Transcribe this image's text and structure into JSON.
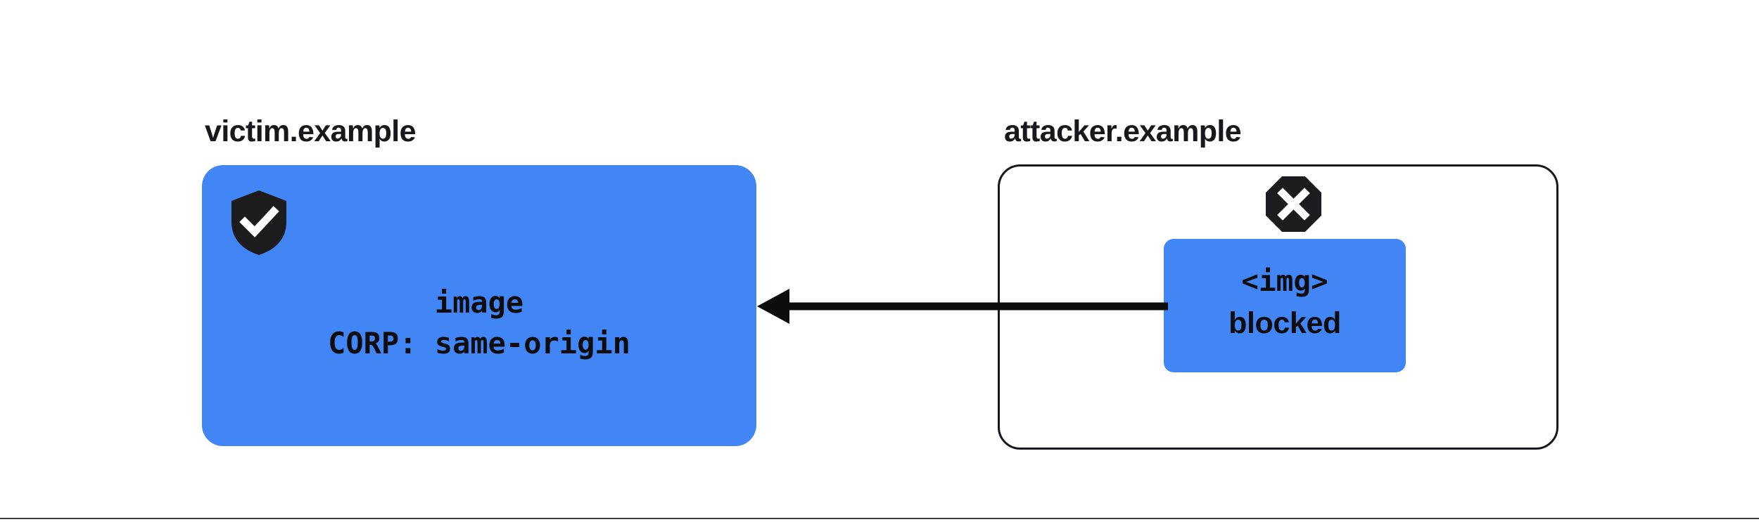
{
  "diagram": {
    "title": "CORP same-origin blocks cross-origin embed",
    "background_color": "#ffffff",
    "accent_color": "#4285f4",
    "ink_color": "#17181c",
    "rule_color": "#3c3c3c"
  },
  "victim": {
    "label": "victim.example",
    "icon": "shield-check-icon",
    "resource": {
      "line1": "image",
      "line2": "CORP: same-origin"
    }
  },
  "attacker": {
    "label": "attacker.example",
    "icon": "octagon-x-icon",
    "element": {
      "tag": "<img>",
      "status": "blocked"
    }
  },
  "arrow": {
    "name": "request-arrow",
    "direction": "right-to-left",
    "from": "attacker.example <img>",
    "to": "victim.example image"
  }
}
